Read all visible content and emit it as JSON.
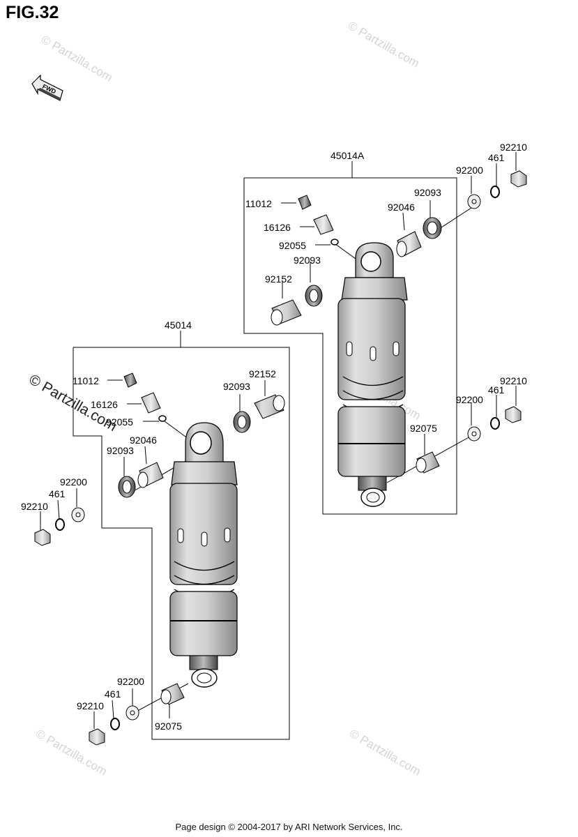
{
  "figure_title": "FIG.32",
  "fwd_label": "FWD",
  "assemblies": {
    "upper": {
      "assembly_label": "45014A",
      "parts": {
        "p11012": "11012",
        "p16126": "16126",
        "p92055": "92055",
        "p92093_a": "92093",
        "p92152": "92152",
        "p92046": "92046",
        "p92093_b": "92093",
        "p92200_top": "92200",
        "p461_top": "461",
        "p92210_top": "92210",
        "p92200_bot": "92200",
        "p461_bot": "461",
        "p92210_bot": "92210",
        "p92075": "92075"
      }
    },
    "lower": {
      "assembly_label": "45014",
      "parts": {
        "p11012": "11012",
        "p16126": "16126",
        "p92055": "92055",
        "p92046": "92046",
        "p92093_a": "92093",
        "p92093_b": "92093",
        "p92152": "92152",
        "p92200_top": "92200",
        "p461_top": "461",
        "p92210_top": "92210",
        "p92200_bot": "92200",
        "p461_bot": "461",
        "p92210_bot": "92210",
        "p92075": "92075"
      }
    }
  },
  "watermark": "© Partzilla.com",
  "footer": "Page design © 2004-2017 by ARI Network Services, Inc."
}
